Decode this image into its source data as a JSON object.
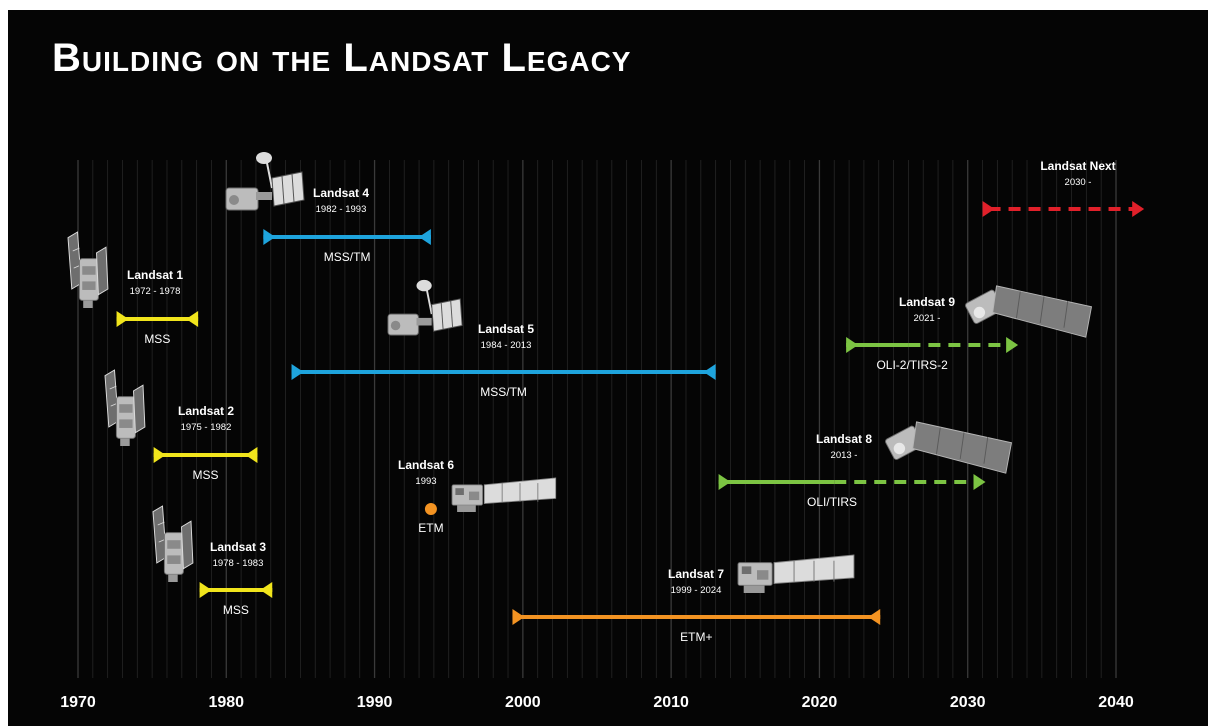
{
  "title": "Building on the Landsat Legacy",
  "colors": {
    "background": "#050505",
    "mss": "#f1e51c",
    "mss_tm": "#1ea4dd",
    "etm": "#f39322",
    "oli": "#7cc443",
    "next": "#e1202a",
    "text": "#ffffff",
    "gridline": "#262626"
  },
  "axis": {
    "min": 1970,
    "max": 2040,
    "ticks": [
      1970,
      1980,
      1990,
      2000,
      2010,
      2020,
      2030,
      2040
    ]
  },
  "missions": [
    {
      "id": "landsat-1",
      "name": "Landsat 1",
      "dates": "1972 - 1978",
      "sensor": "MSS",
      "start": 1972.6,
      "end": 1978.1,
      "planned_end": null,
      "type": "bar",
      "color_key": "mss",
      "icon": "early-satellite-icon"
    },
    {
      "id": "landsat-2",
      "name": "Landsat 2",
      "dates": "1975 - 1982",
      "sensor": "MSS",
      "start": 1975.1,
      "end": 1982.1,
      "planned_end": null,
      "type": "bar",
      "color_key": "mss",
      "icon": "early-satellite-icon"
    },
    {
      "id": "landsat-3",
      "name": "Landsat 3",
      "dates": "1978 - 1983",
      "sensor": "MSS",
      "start": 1978.2,
      "end": 1983.1,
      "planned_end": null,
      "type": "bar",
      "color_key": "mss",
      "icon": "early-satellite-icon"
    },
    {
      "id": "landsat-4",
      "name": "Landsat 4",
      "dates": "1982 - 1993",
      "sensor": "MSS/TM",
      "start": 1982.5,
      "end": 1993.8,
      "planned_end": null,
      "type": "bar",
      "color_key": "mss_tm",
      "icon": "dish-satellite-icon"
    },
    {
      "id": "landsat-5",
      "name": "Landsat 5",
      "dates": "1984 - 2013",
      "sensor": "MSS/TM",
      "start": 1984.4,
      "end": 2013.0,
      "planned_end": null,
      "type": "bar",
      "color_key": "mss_tm",
      "icon": "dish-satellite-icon"
    },
    {
      "id": "landsat-6",
      "name": "Landsat 6",
      "dates": "1993",
      "sensor": "ETM",
      "start": 1993.8,
      "end": 1993.8,
      "planned_end": null,
      "type": "point",
      "color_key": "etm",
      "icon": "solar-panel-satellite-icon"
    },
    {
      "id": "landsat-7",
      "name": "Landsat 7",
      "dates": "1999 - 2024",
      "sensor": "ETM+",
      "start": 1999.3,
      "end": 2024.1,
      "planned_end": null,
      "type": "bar",
      "color_key": "etm",
      "icon": "solar-panel-satellite-icon"
    },
    {
      "id": "landsat-8",
      "name": "Landsat 8",
      "dates": "2013 -",
      "sensor": "OLI/TIRS",
      "start": 2013.2,
      "end": 2021.0,
      "planned_end": 2031.2,
      "type": "bar-dashed",
      "color_key": "oli",
      "icon": "modern-satellite-icon"
    },
    {
      "id": "landsat-9",
      "name": "Landsat 9",
      "dates": "2021 -",
      "sensor": "OLI-2/TIRS-2",
      "start": 2021.8,
      "end": 2026.0,
      "planned_end": 2033.4,
      "type": "bar-dashed",
      "color_key": "oli",
      "icon": "modern-satellite-icon"
    },
    {
      "id": "landsat-next",
      "name": "Landsat Next",
      "dates": "2030 -",
      "sensor": "",
      "start": 2031.0,
      "end": 2031.0,
      "planned_end": 2041.9,
      "type": "dashed",
      "color_key": "next",
      "icon": ""
    }
  ]
}
